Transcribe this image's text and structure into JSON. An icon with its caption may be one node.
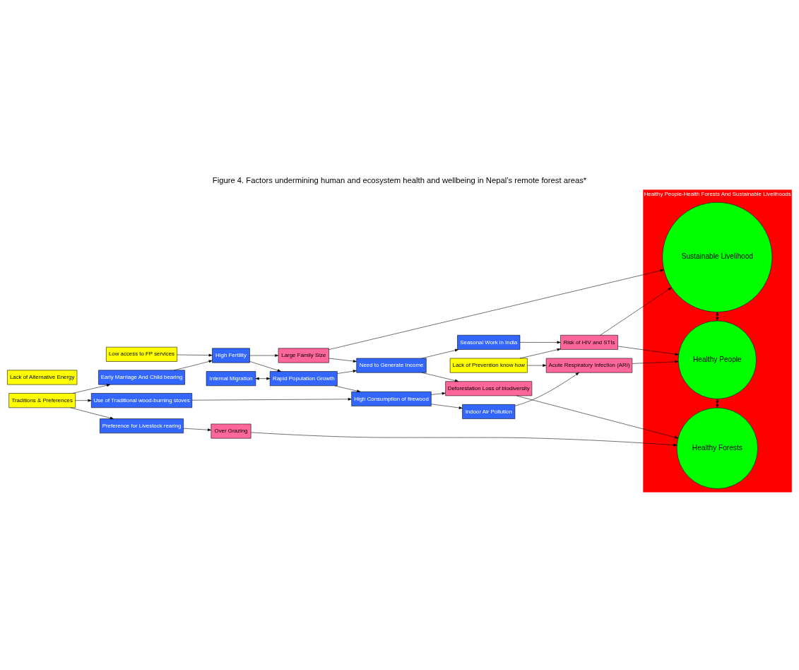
{
  "diagram": {
    "title": "Figure 4. Factors undermining human and ecosystem health and wellbeing in Nepal’s remote forest areas*",
    "nodes": [
      {
        "text": [
          "Healthy People-Health Forests And Sustainable Livelihoods"
        ]
      },
      {
        "text": [
          "Sustainable Livelihood"
        ],
        "in": 0
      },
      {
        "text": [
          "Healthy People"
        ],
        "in": 0
      },
      {
        "text": [
          "Healthy Forests"
        ],
        "in": 0
      },
      {
        "text": [
          "Low access to FP services"
        ]
      },
      {
        "text": [
          "High Fertility"
        ]
      },
      {
        "text": [
          "Large Family Size"
        ]
      },
      {
        "text": [
          "Early Marriage And Child bearing"
        ]
      },
      {
        "text": [
          "Internal Migration"
        ]
      },
      {
        "text": [
          "Rapid Population Growth"
        ]
      },
      {
        "text": [
          "Need to Generate Income"
        ]
      },
      {
        "text": [
          "Seasonal Work in India"
        ]
      },
      {
        "text": [
          "Risk of HIV and STIs"
        ]
      },
      {
        "text": [
          "Lack of Alternative Energy"
        ]
      },
      {
        "text": [
          "Lack of Prevention know how"
        ]
      },
      {
        "text": [
          "Traditions & Preferences"
        ]
      },
      {
        "text": [
          "Use of Traditional wood-burning stoves"
        ]
      },
      {
        "text": [
          "High Consumption of firewood"
        ]
      },
      {
        "text": [
          "Indoor Air Pollution"
        ]
      },
      {
        "text": [
          "Acute Respiratory Infection (ARI)"
        ]
      },
      {
        "text": [
          "Deforestation Loss of biodiversity"
        ]
      },
      {
        "text": [
          "Preference for Livestock rearing"
        ]
      },
      {
        "text": [
          "Over Grazing"
        ]
      }
    ],
    "edges": [
      {
        "from": 4,
        "to": 5,
        "arrow": "to"
      },
      {
        "from": 7,
        "to": 5,
        "arrow": "to"
      },
      {
        "from": 5,
        "to": 6,
        "arrow": "to"
      },
      {
        "from": 5,
        "to": 9,
        "arrow": "to"
      },
      {
        "from": 6,
        "to": 1,
        "arrow": "to"
      },
      {
        "from": 6,
        "to": 10,
        "arrow": "to"
      },
      {
        "from": 8,
        "to": 9,
        "arrow": "both"
      },
      {
        "from": 9,
        "to": 10,
        "arrow": "to"
      },
      {
        "from": 10,
        "to": 11,
        "arrow": "to"
      },
      {
        "from": 11,
        "to": 12,
        "arrow": "to"
      },
      {
        "from": 12,
        "to": 1,
        "arrow": "to"
      },
      {
        "from": 12,
        "to": 2,
        "arrow": "to"
      },
      {
        "from": 1,
        "to": 2,
        "arrow": "both"
      },
      {
        "from": 2,
        "to": 3,
        "arrow": "both"
      },
      {
        "from": 14,
        "to": 12,
        "arrow": "to"
      },
      {
        "from": 14,
        "to": 19,
        "arrow": "to"
      },
      {
        "from": 15,
        "to": 7,
        "arrow": "to"
      },
      {
        "from": 15,
        "to": 16,
        "arrow": "to"
      },
      {
        "from": 15,
        "to": 21,
        "arrow": "to"
      },
      {
        "from": 9,
        "to": 17,
        "arrow": "to"
      },
      {
        "from": 16,
        "to": 17,
        "arrow": "to"
      },
      {
        "from": 17,
        "to": 18,
        "arrow": "to"
      },
      {
        "from": 17,
        "to": 20,
        "arrow": "to"
      },
      {
        "from": 10,
        "to": 20,
        "arrow": "to"
      },
      {
        "from": 18,
        "to": 19,
        "arrow": "to"
      },
      {
        "from": 19,
        "to": 2,
        "arrow": "to"
      },
      {
        "from": 20,
        "to": 3,
        "arrow": "to"
      },
      {
        "from": 21,
        "to": 22,
        "arrow": "to"
      },
      {
        "from": 22,
        "to": 3,
        "arrow": "to"
      }
    ]
  }
}
